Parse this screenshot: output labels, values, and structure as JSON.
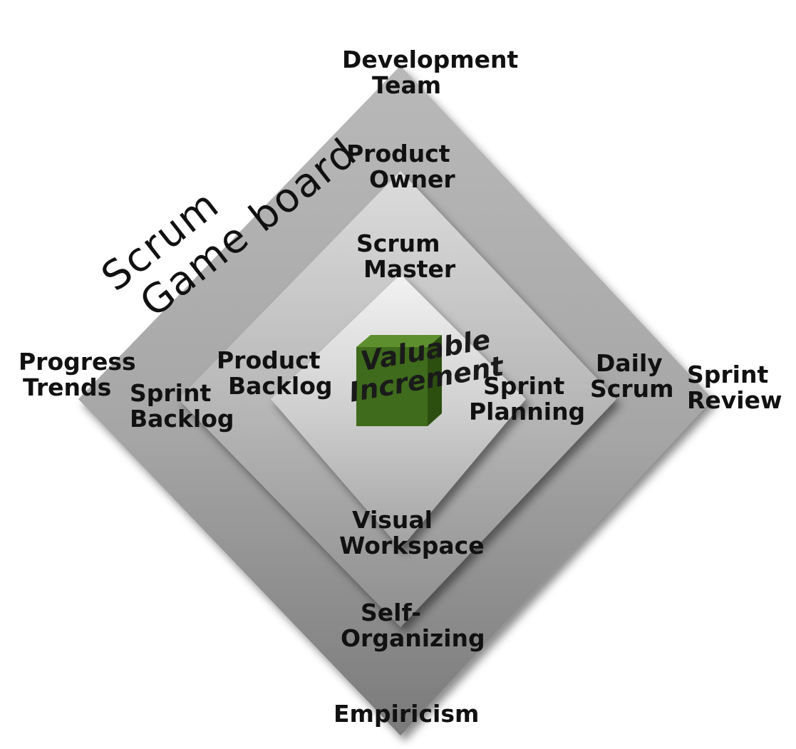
{
  "title": {
    "line1": "Scrum",
    "line2": "Game board"
  },
  "center": {
    "line1": "Valuable",
    "line2": "Increment",
    "cube_color": "#3f6b1c"
  },
  "labels": {
    "dev_team": {
      "line1": "Development",
      "line2": "Team"
    },
    "product_owner": {
      "line1": "Product",
      "line2": "Owner"
    },
    "scrum_master": {
      "line1": "Scrum",
      "line2": "Master"
    },
    "progress_trends": {
      "line1": "Progress",
      "line2": "Trends"
    },
    "sprint_backlog": {
      "line1": "Sprint",
      "line2": "Backlog"
    },
    "product_backlog": {
      "line1": "Product",
      "line2": "Backlog"
    },
    "sprint_planning": {
      "line1": "Sprint",
      "line2": "Planning"
    },
    "daily_scrum": {
      "line1": "Daily",
      "line2": "Scrum"
    },
    "sprint_review": {
      "line1": "Sprint",
      "line2": "Review"
    },
    "visual_workspace": {
      "line1": "Visual",
      "line2": "Workspace"
    },
    "self_organizing": {
      "line1": "Self-",
      "line2": "Organizing"
    },
    "empiricism": {
      "line1": "Empiricism"
    }
  }
}
